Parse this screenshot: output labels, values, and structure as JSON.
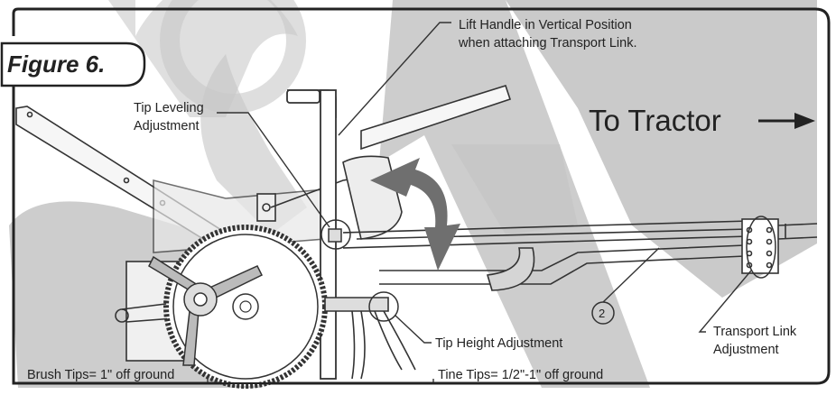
{
  "figure": {
    "title": "Figure 6."
  },
  "labels": {
    "lift_handle_line1": "Lift Handle in Vertical Position",
    "lift_handle_line2": "when attaching Transport Link.",
    "tip_leveling_line1": "Tip Leveling",
    "tip_leveling_line2": "Adjustment",
    "to_tractor": "To Tractor",
    "tip_height": "Tip Height Adjustment",
    "transport_link_line1": "Transport Link",
    "transport_link_line2": "Adjustment",
    "brush_tips": "Brush Tips= 1\" off ground",
    "tine_tips": "Tine Tips= 1/2\"-1\" off ground",
    "callout_number": "2"
  },
  "colors": {
    "watermark": "#bdbdbd",
    "line": "#333333",
    "arrow": "#6f6f6f",
    "text": "#222222"
  },
  "icons": {
    "tractor_arrow": "right-arrow-icon",
    "rotate_arrow": "curved-arrow-icon"
  }
}
